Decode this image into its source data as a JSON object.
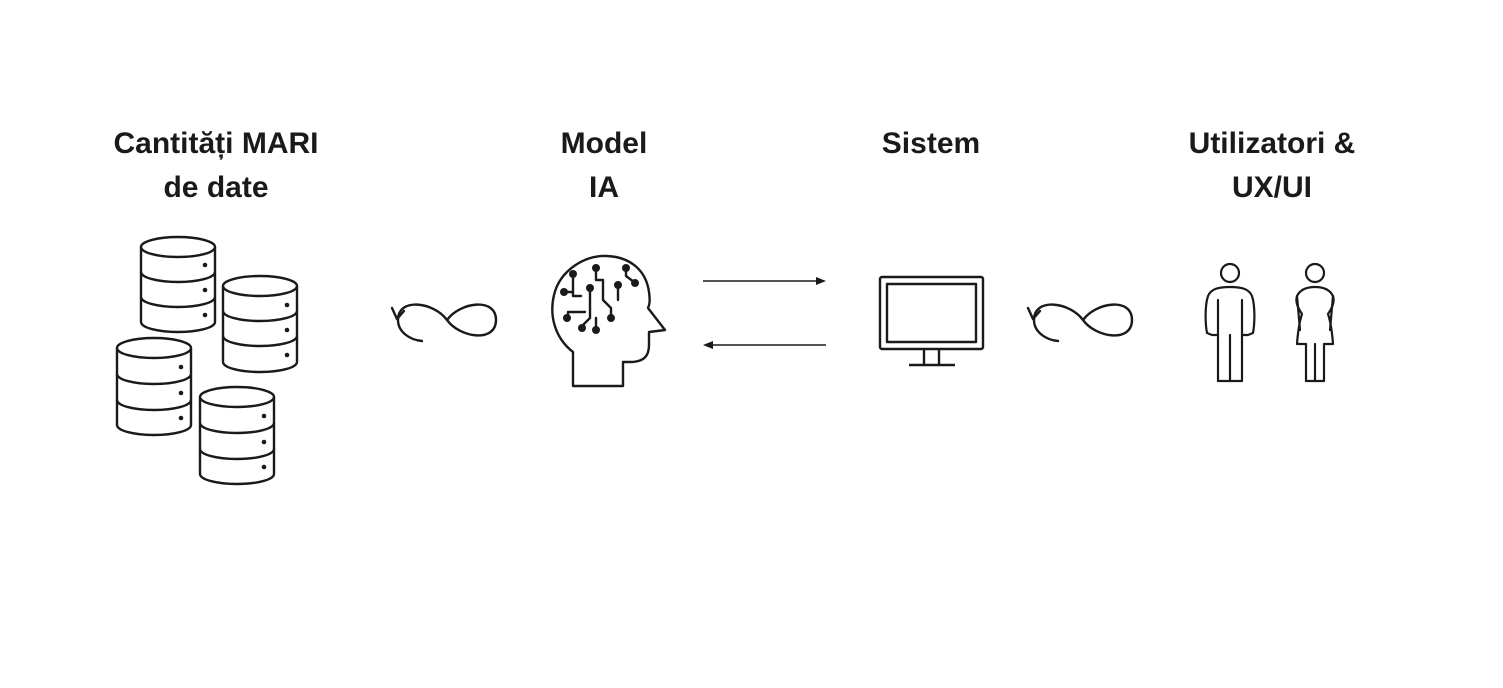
{
  "stages": [
    {
      "id": "data",
      "line1": "Cantități MARI",
      "line2": "de date",
      "icon": "database-stack-icon"
    },
    {
      "id": "model",
      "line1": "Model",
      "line2": "IA",
      "icon": "ai-head-icon"
    },
    {
      "id": "system",
      "line1": "Sistem",
      "line2": "",
      "icon": "monitor-icon"
    },
    {
      "id": "users",
      "line1": "Utilizatori &",
      "line2": "UX/UI",
      "icon": "users-icon"
    }
  ],
  "connectors": [
    {
      "between": [
        "data",
        "model"
      ],
      "type": "infinity-loop-icon"
    },
    {
      "between": [
        "model",
        "system"
      ],
      "type": "bidirectional-arrows"
    },
    {
      "between": [
        "system",
        "users"
      ],
      "type": "infinity-loop-icon"
    }
  ],
  "colors": {
    "stroke": "#1a1a1a",
    "background": "#ffffff"
  }
}
